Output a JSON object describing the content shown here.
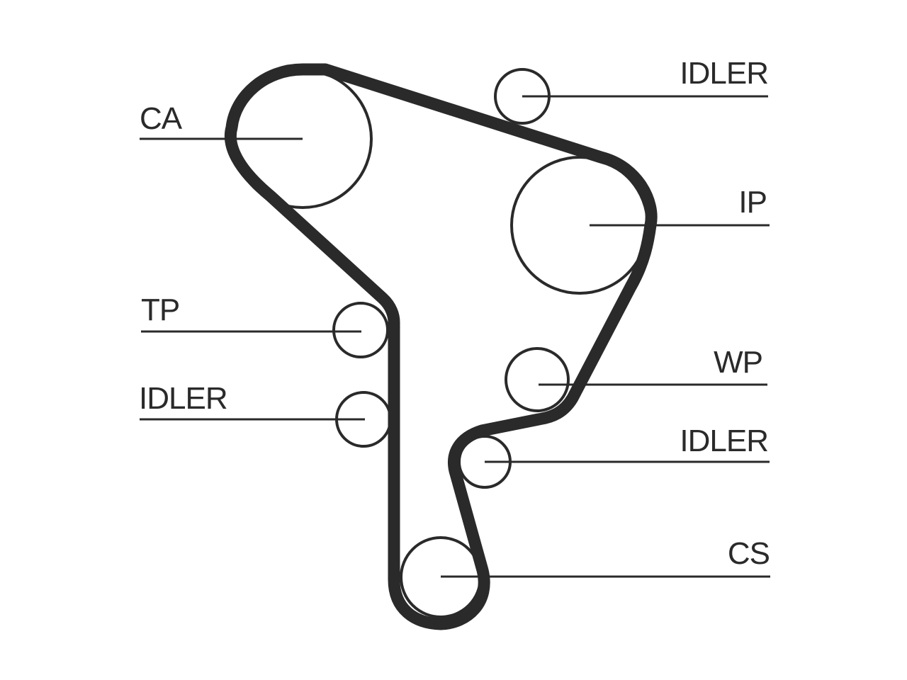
{
  "diagram": {
    "labels": {
      "camshaft": "CA",
      "idler_top": "IDLER",
      "injection_pump": "IP",
      "tensioner": "TP",
      "idler_left": "IDLER",
      "water_pump": "WP",
      "idler_right": "IDLER",
      "crankshaft": "CS"
    },
    "colors": {
      "line": "#2a2a2a",
      "background": "#ffffff"
    }
  }
}
